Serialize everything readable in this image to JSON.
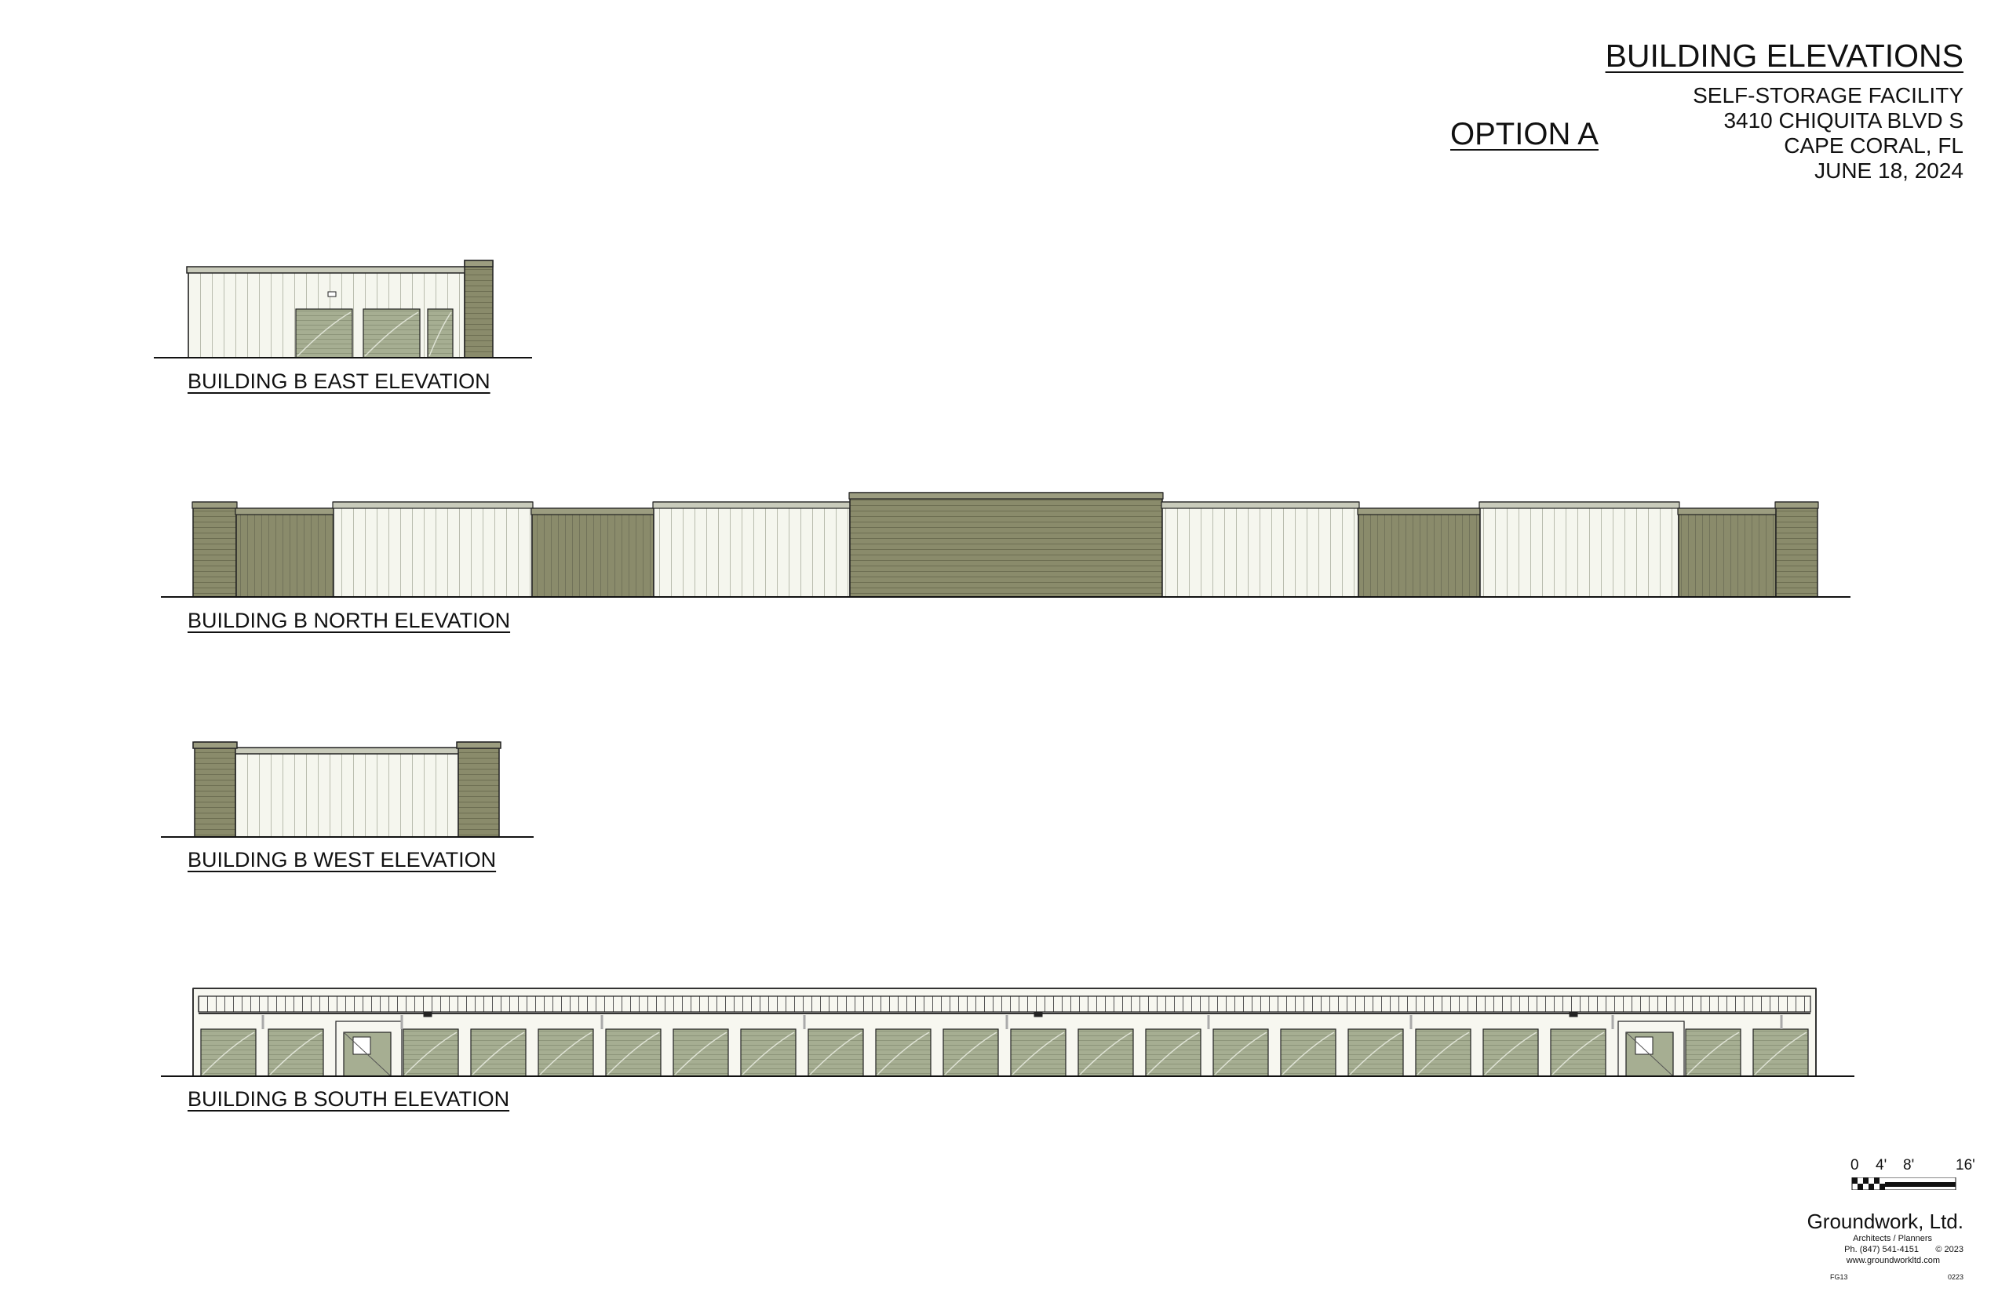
{
  "sheet": {
    "title": "BUILDING ELEVATIONS",
    "subtitle_lines": [
      "SELF-STORAGE FACILITY",
      "3410 CHIQUITA BLVD S",
      "CAPE CORAL, FL",
      "JUNE 18, 2024"
    ],
    "option": "OPTION A"
  },
  "elevations": {
    "east": "BUILDING B EAST ELEVATION",
    "north": "BUILDING B NORTH ELEVATION",
    "west": "BUILDING B WEST ELEVATION",
    "south": "BUILDING B SOUTH ELEVATION"
  },
  "scale_bar": {
    "labels": [
      "0",
      "4'",
      "8'",
      "16'"
    ]
  },
  "firm": {
    "name": "Groundwork, Ltd.",
    "tagline": "Architects / Planners",
    "phone": "Ph. (847) 541-4151",
    "copyright": "© 2023",
    "website": "www.groundworkltd.com",
    "sheet_code": "FG13",
    "sheet_number": "0223"
  },
  "colors": {
    "panel_light": "#f5f6ee",
    "accent_olive": "#8a8b6b",
    "door_sage": "#a6ae92",
    "outline": "#222222",
    "cap_gray": "#c9cbbb"
  }
}
